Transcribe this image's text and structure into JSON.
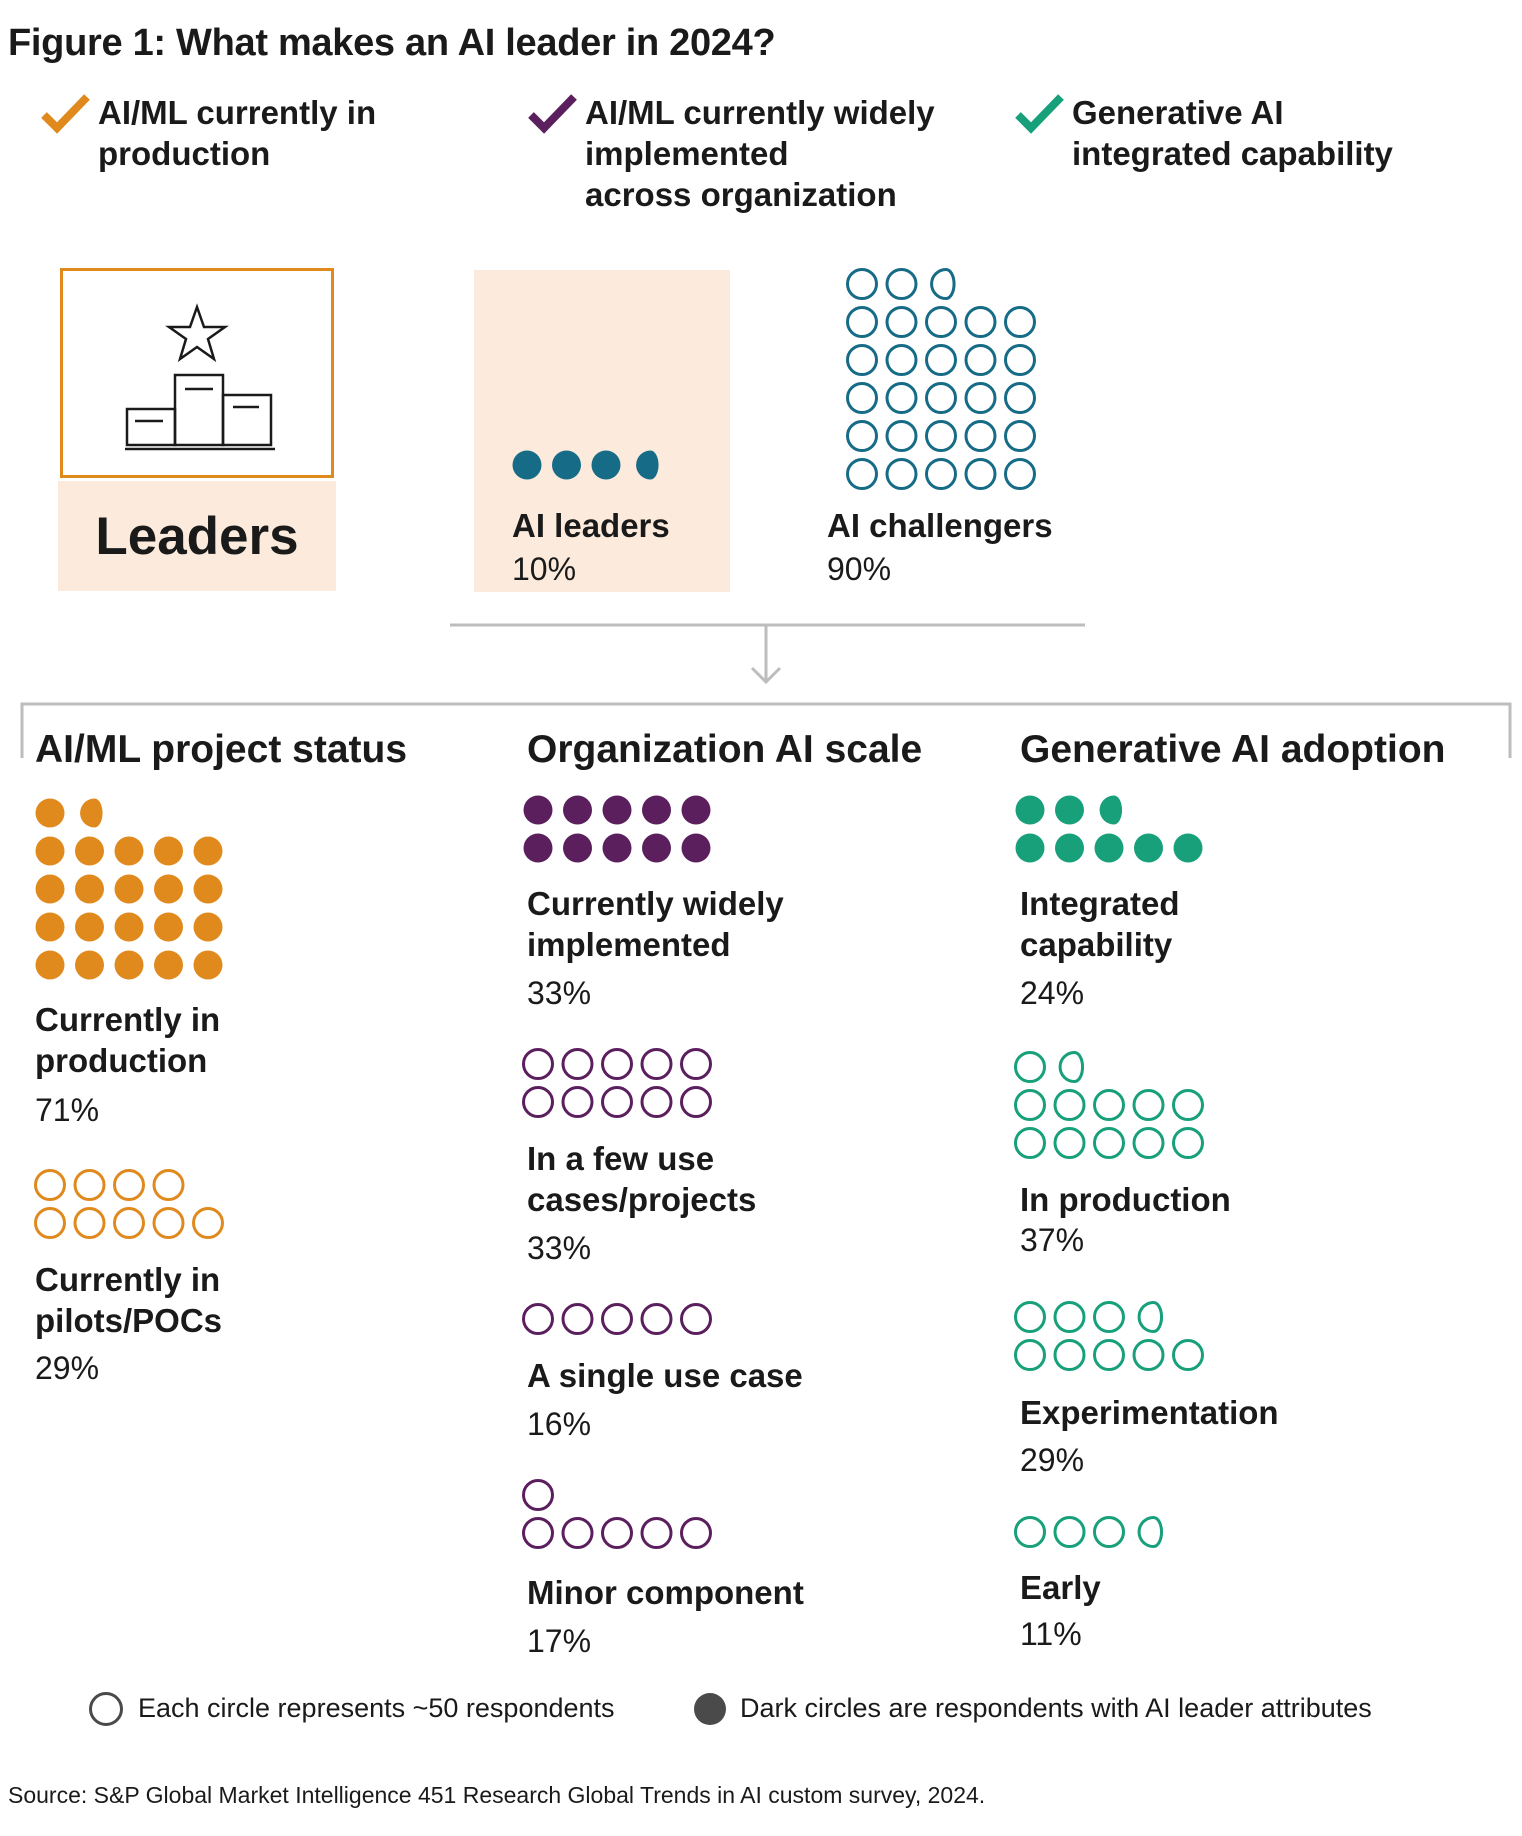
{
  "figure": {
    "title": "Figure 1: What makes an AI leader in 2024?",
    "source": "Source: S&P Global Market Intelligence 451 Research Global Trends in AI custom survey, 2024."
  },
  "legend_top": [
    {
      "lines": [
        "AI/ML currently in",
        "production"
      ],
      "color": "#E08A1E",
      "icon": "check-icon"
    },
    {
      "lines": [
        "AI/ML currently widely",
        "implemented",
        "across organization"
      ],
      "color": "#5B1F5E",
      "icon": "check-icon"
    },
    {
      "lines": [
        "Generative AI",
        "integrated capability"
      ],
      "color": "#17A07A",
      "icon": "check-icon"
    }
  ],
  "leaders_badge": {
    "label": "Leaders",
    "icon": "podium-star-icon"
  },
  "footer_legend": {
    "outline": "Each circle represents ~50 respondents",
    "filled": "Dark circles are respondents with AI leader attributes"
  },
  "colors": {
    "orange": "#E08A1E",
    "purple": "#5B1F5E",
    "green": "#17A07A",
    "blue": "#166B86",
    "peach": "#FCEBDC",
    "gray": "#BDBDBD"
  },
  "chart_data": [
    {
      "type": "waffle",
      "series": [
        {
          "label": "AI leaders",
          "value": "10%",
          "circles": 3.5,
          "filled": true,
          "color": "#166B86"
        },
        {
          "label": "AI challengers",
          "value": "90%",
          "circles": 27.5,
          "filled": false,
          "color": "#166B86"
        }
      ]
    },
    {
      "type": "waffle",
      "title": "AI/ML project status",
      "series": [
        {
          "label_lines": [
            "Currently in",
            "production"
          ],
          "value": "71%",
          "circles": 21.5,
          "filled": true,
          "color": "#E08A1E"
        },
        {
          "label_lines": [
            "Currently in",
            "pilots/POCs"
          ],
          "value": "29%",
          "circles": 9,
          "filled": false,
          "color": "#E08A1E"
        }
      ]
    },
    {
      "type": "waffle",
      "title": "Organization AI scale",
      "series": [
        {
          "label_lines": [
            "Currently widely",
            "implemented"
          ],
          "value": "33%",
          "circles": 10,
          "filled": true,
          "color": "#5B1F5E"
        },
        {
          "label_lines": [
            "In a few use",
            "cases/projects"
          ],
          "value": "33%",
          "circles": 10,
          "filled": false,
          "color": "#5B1F5E"
        },
        {
          "label_lines": [
            "A single use case"
          ],
          "value": "16%",
          "circles": 5,
          "filled": false,
          "color": "#5B1F5E"
        },
        {
          "label_lines": [
            "Minor component"
          ],
          "value": "17%",
          "circles": 6,
          "filled": false,
          "color": "#5B1F5E"
        }
      ]
    },
    {
      "type": "waffle",
      "title": "Generative AI adoption",
      "series": [
        {
          "label_lines": [
            "Integrated",
            "capability"
          ],
          "value": "24%",
          "circles": 7.5,
          "filled": true,
          "color": "#17A07A"
        },
        {
          "label_lines": [
            "In production"
          ],
          "value": "37%",
          "circles": 11.5,
          "filled": false,
          "color": "#17A07A"
        },
        {
          "label_lines": [
            "Experimentation"
          ],
          "value": "29%",
          "circles": 8.5,
          "filled": false,
          "color": "#17A07A"
        },
        {
          "label_lines": [
            "Early"
          ],
          "value": "11%",
          "circles": 3.5,
          "filled": false,
          "color": "#17A07A"
        }
      ]
    }
  ]
}
